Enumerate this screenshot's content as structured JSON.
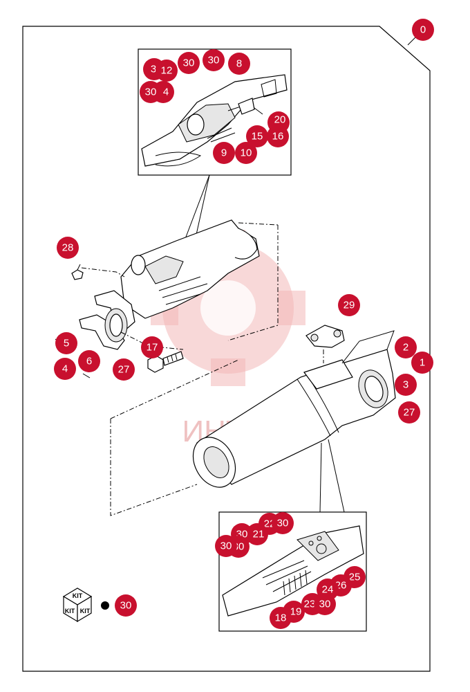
{
  "watermark": {
    "text": "ИНТЕХ"
  },
  "kit": {
    "label_top": "KIT",
    "label_left": "KIT",
    "label_right": "KIT"
  },
  "legend": {
    "number": "30"
  },
  "callouts": {
    "c0": "0",
    "c1": "1",
    "c2": "2",
    "c3": "3",
    "c27a": "27",
    "c28": "28",
    "c29": "29",
    "c17": "17",
    "c5": "5",
    "c4": "4",
    "c6": "6",
    "c27b": "27",
    "d_3": "3",
    "d_12": "12",
    "d_30a": "30",
    "d_30b": "30",
    "d_8": "8",
    "d_30c": "30",
    "d_4": "4",
    "d_20": "20",
    "d_15": "15",
    "d_16": "16",
    "d_9": "9",
    "d_10": "10",
    "e_30a": "30",
    "e_30b": "30",
    "e_21": "21",
    "e_22": "22",
    "e_30c": "30",
    "e_30d": "30",
    "e_25": "25",
    "e_26": "26",
    "e_23": "23",
    "e_24": "24",
    "e_30e": "30",
    "e_19": "19",
    "e_18": "18"
  }
}
